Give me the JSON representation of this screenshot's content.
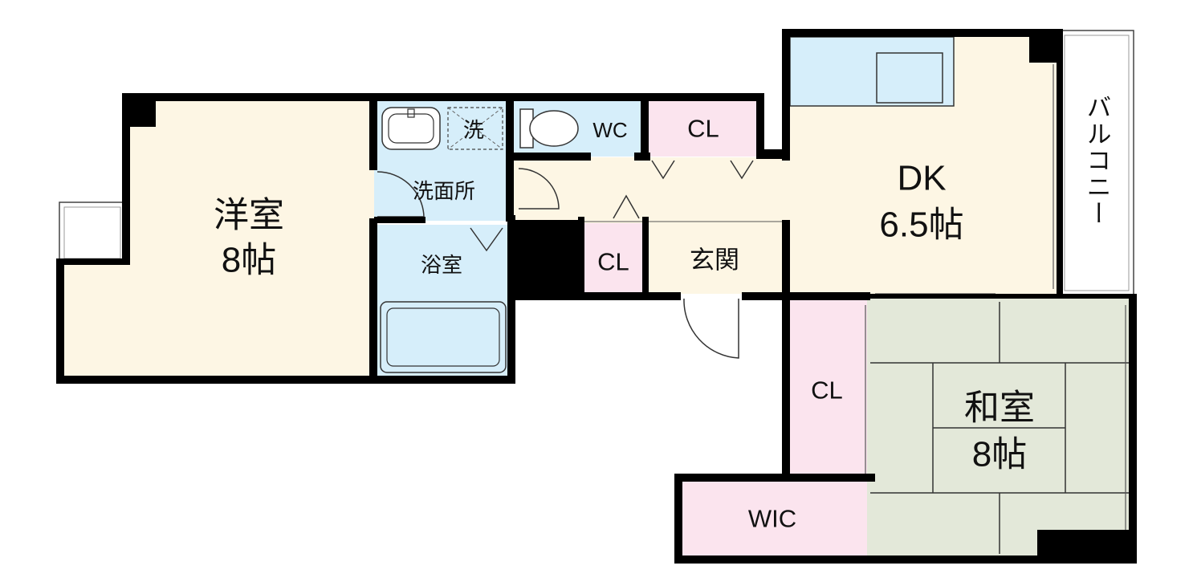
{
  "colors": {
    "room": "#fdf6e4",
    "wet": "#d6eefa",
    "closet": "#fbe4ee",
    "tatami": "#e3e8d9",
    "wall": "#000000"
  },
  "rooms": {
    "western": {
      "name": "洋室",
      "size": "8帖"
    },
    "dk": {
      "name": "DK",
      "size": "6.5帖"
    },
    "japanese": {
      "name": "和室",
      "size": "8帖"
    },
    "washroom": "洗面所",
    "washer": "洗",
    "wc": "WC",
    "bath": "浴室",
    "entrance": "玄関",
    "cl_top": "CL",
    "cl_mid": "CL",
    "cl_side": "CL",
    "wic": "WIC",
    "balcony": "バルコニー"
  }
}
